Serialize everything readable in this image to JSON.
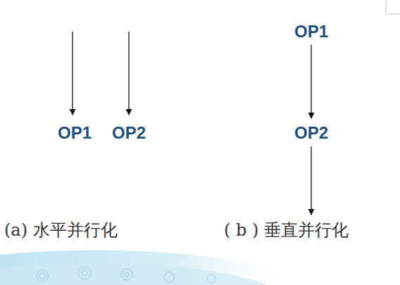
{
  "diagram": {
    "nodes": [
      {
        "text": [
          "OP1"
        ]
      },
      {
        "text": [
          "OP2"
        ]
      },
      {
        "text": [
          "OP1"
        ]
      },
      {
        "text": [
          "OP2"
        ]
      }
    ],
    "edges": [
      {
        "from": 2,
        "to": 3,
        "arrow": "to"
      }
    ],
    "labels": [
      "(a) 水平并行化",
      "( b ) 垂直并行化"
    ]
  }
}
